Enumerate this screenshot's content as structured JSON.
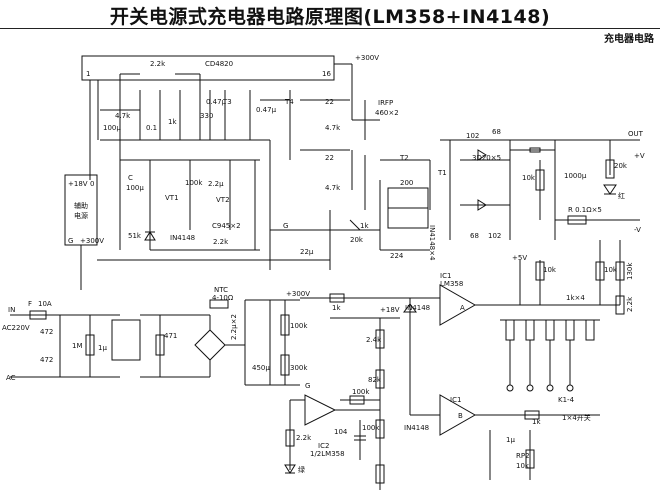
{
  "title": "开关电源式充电器电路原理图(LM358+IN4148)",
  "section_tag": "充电器电路",
  "labels": {
    "chip": "CD4820",
    "plus300_top": "+300V",
    "pin1": "1",
    "pin16": "16",
    "r_2k2_top": "2.2k",
    "r_4k7_a": "4.7k",
    "c_100u_a": "100μ",
    "c_0_1": "0.1",
    "r_1k": "1k",
    "r_330": "330",
    "c_0_47_a": "0.47μ",
    "c_0_47_b": "0.47μ",
    "t3": "T3",
    "t4": "T4",
    "r_22_a": "22",
    "r_4k7_b": "4.7k",
    "irfp": "IRFP",
    "irfp_qty": "460×2",
    "r_22_b": "22",
    "r_4k7_c": "4.7k",
    "t2": "T2",
    "t1": "T1",
    "r_200": "200",
    "in4148x4": "IN4148×4",
    "c_224": "224",
    "r_1k_b": "1k",
    "r_20k_a": "20k",
    "c_22u": "22μ",
    "g_mid": "G",
    "aux_v18": "+18V",
    "aux_v0": "0",
    "aux_name": "辅助",
    "aux_name2": "电源",
    "aux_g": "G",
    "aux_300": "+300V",
    "c_100u_b": "100μ",
    "c_label": "C",
    "r_100k_a": "100k",
    "c_2_2u": "2.2μ",
    "vt1": "VT1",
    "vt2": "VT2",
    "r_51k": "51k",
    "d_in4148": "IN4148",
    "c945": "C945×2",
    "r_2k2_b": "2.2k",
    "c_102_a": "102",
    "r_68_a": "68",
    "d_3d20": "3D20×5",
    "r_10k_a": "10k",
    "c_1000u": "1000μ",
    "r_01": "R 0.1Ω×5",
    "c_102_b": "102",
    "r_68_b": "68",
    "out": "OUT",
    "plus_v": "+V",
    "r_20k_b": "20k",
    "led_red": "红",
    "minus_v": "-V",
    "plus5v": "+5V",
    "r_10k_b": "10k",
    "r_10k_c": "10k",
    "r_130k": "130k",
    "r_2k2_c": "2.2k",
    "ic1_top": "IC1",
    "lm358_top": "LM358",
    "op_a": "A",
    "r_1k_c": "1k",
    "in4148_top": "IN4148",
    "r_1kx4": "1k×4",
    "k1_4": "K1-4",
    "in_label": "IN",
    "f_label": "F",
    "f_rating": "10A",
    "ac220": "AC220V",
    "c_472_a": "472",
    "c_472_b": "472",
    "r_1m": "1M",
    "c_1u_a": "1μ",
    "ac_label": "AC",
    "v_471": "471",
    "ntc": "NTC",
    "ntc_val": "4-10Ω",
    "plus300_mid": "+300V",
    "c_2_2ux2": "2.2μ×2",
    "r_100k_b": "100k",
    "c_450u": "450μ",
    "r_300k": "300k",
    "g_bottom": "G",
    "plus18": "+18V",
    "r_2k4": "2.4k",
    "r_82k": "82k",
    "r_100k_c": "100k",
    "c_104": "104",
    "r_100k_d": "100k",
    "r_2k2_d": "2.2k",
    "ic2": "IC2",
    "ic2_lm": "1/2LM358",
    "led_green": "绿",
    "ic1_bottom": "IC1",
    "op_b": "B",
    "in4148_bot": "IN4148",
    "r_1k_d": "1k",
    "c_1u_b": "1μ",
    "rp2": "RP2",
    "r_10k_d": "10k",
    "switch_1x4": "1×4开关"
  }
}
